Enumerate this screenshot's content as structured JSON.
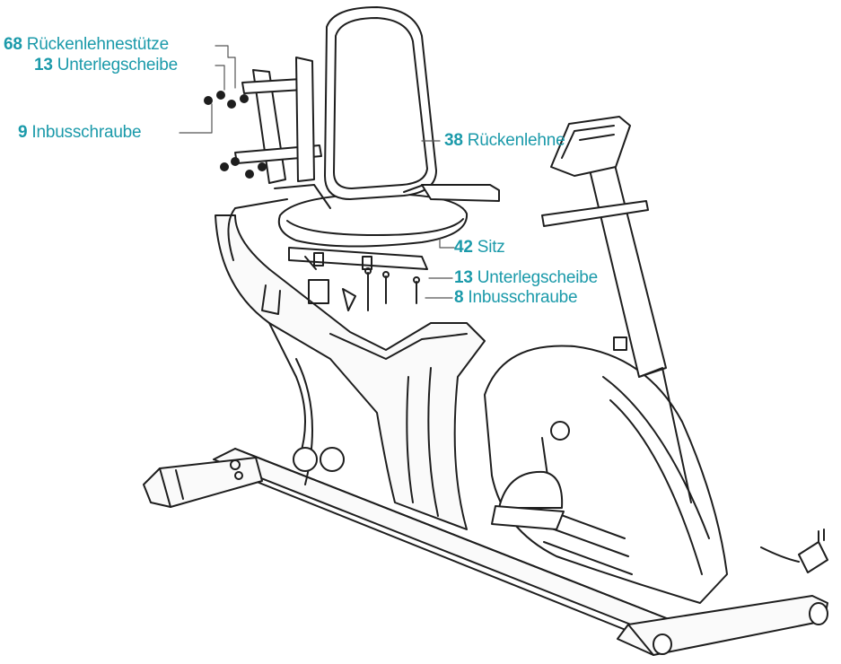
{
  "colors": {
    "accent": "#1b9aaa",
    "line": "#1e1e1e",
    "leader": "#555555"
  },
  "callouts": {
    "backrest_support": {
      "number": "68",
      "label": "Rückenlehnestütze"
    },
    "washer_upper": {
      "number": "13",
      "label": "Unterlegscheibe"
    },
    "allen_bolt_upper": {
      "number": "9",
      "label": "Inbusschraube"
    },
    "backrest": {
      "number": "38",
      "label": "Rückenlehne"
    },
    "seat": {
      "number": "42",
      "label": "Sitz"
    },
    "washer_lower": {
      "number": "13",
      "label": "Unterlegscheibe"
    },
    "allen_bolt_lower": {
      "number": "8",
      "label": "Inbusschraube"
    }
  }
}
